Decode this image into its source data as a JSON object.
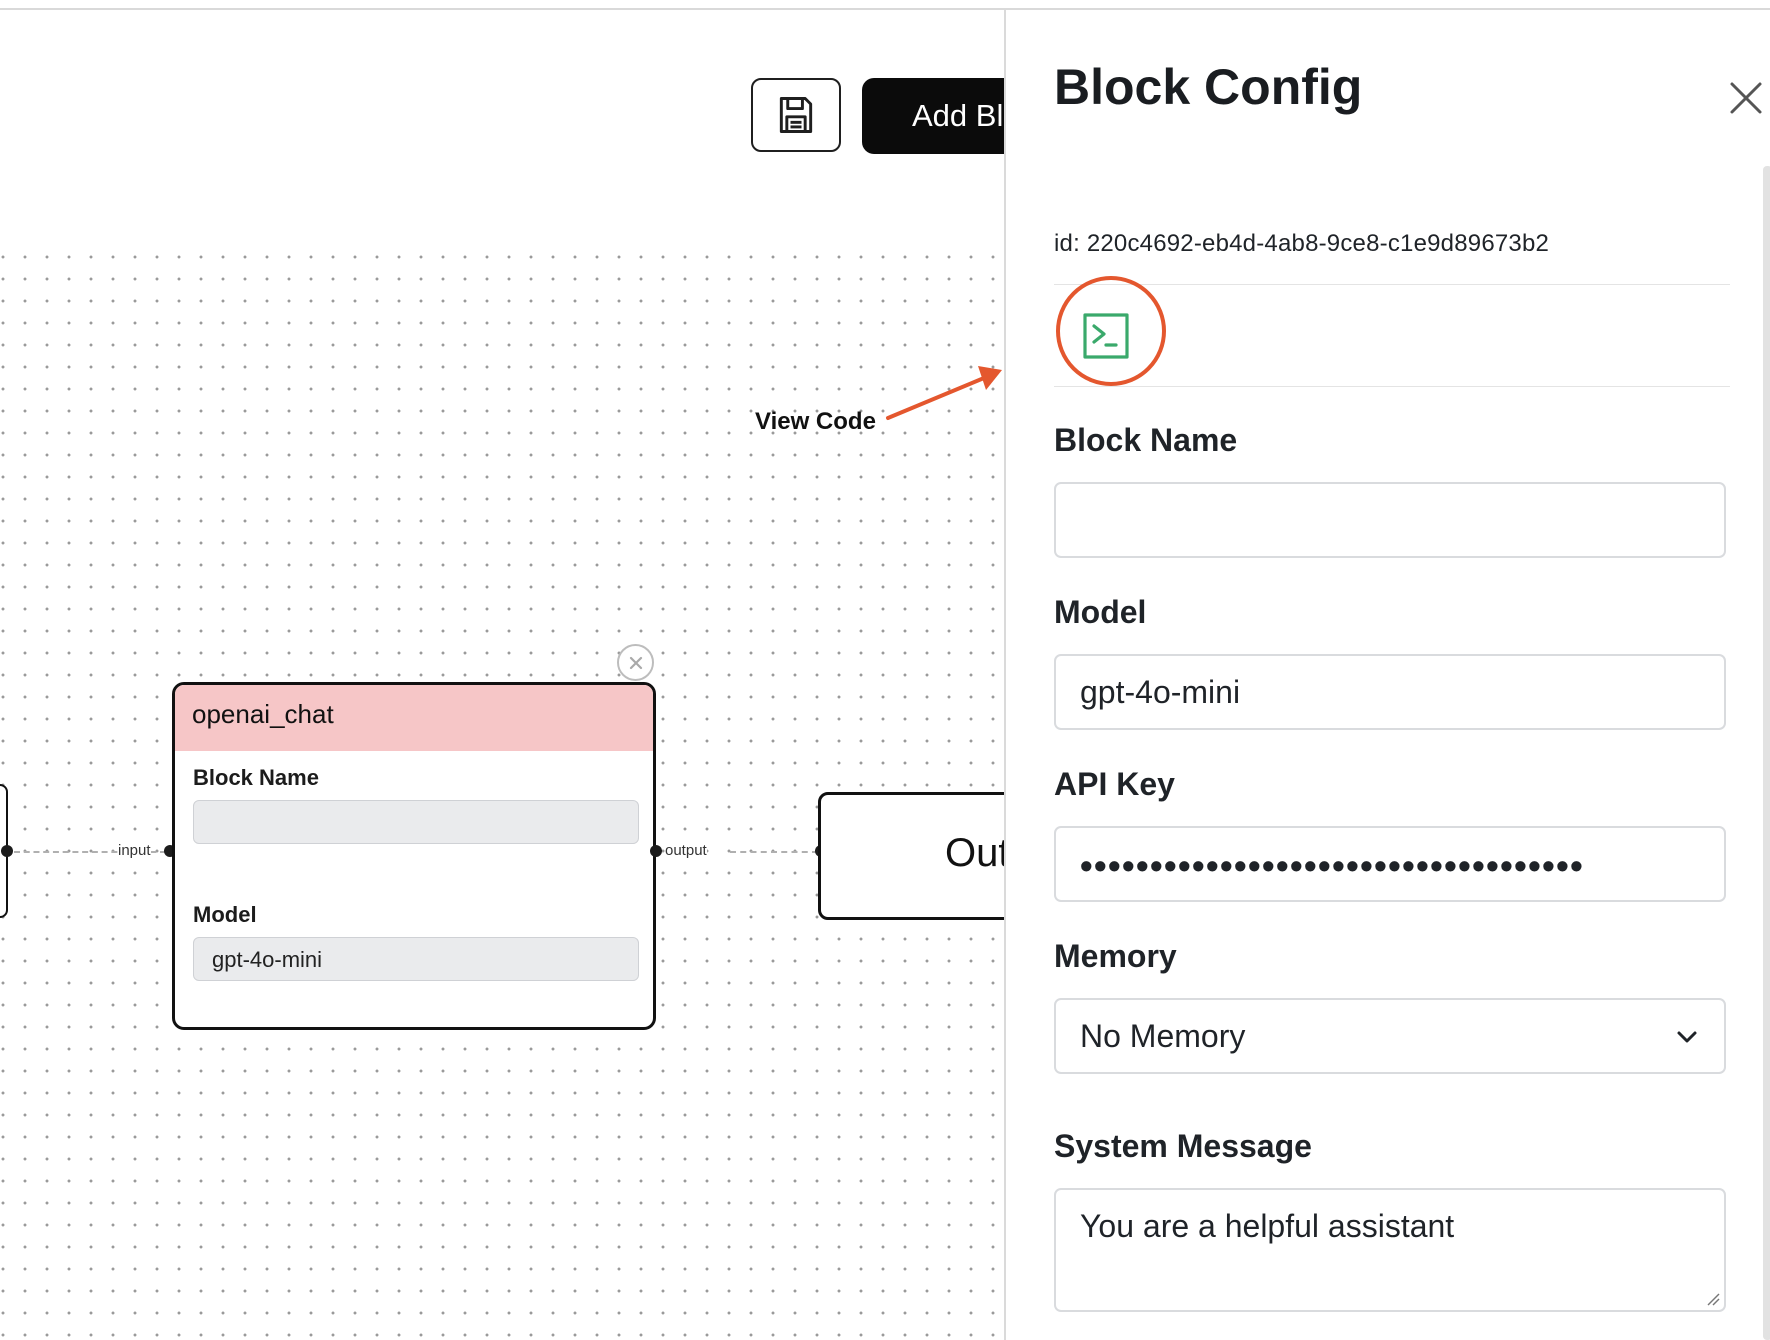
{
  "toolbar": {
    "save_icon": "floppy-disk-icon",
    "add_block_label": "Add Bl"
  },
  "canvas": {
    "node": {
      "title": "openai_chat",
      "block_name_label": "Block Name",
      "block_name_value": "",
      "model_label": "Model",
      "model_value": "gpt-4o-mini",
      "input_port_label": "input",
      "output_port_label": "output"
    },
    "output_node_label": "Out"
  },
  "annotation": {
    "label": "View Code",
    "color": "#e4572e"
  },
  "panel": {
    "title": "Block Config",
    "id_text": "id: 220c4692-eb4d-4ab8-9ce8-c1e9d89673b2",
    "view_code_icon": "terminal-icon",
    "fields": {
      "block_name_label": "Block Name",
      "block_name_value": "",
      "model_label": "Model",
      "model_value": "gpt-4o-mini",
      "api_key_label": "API Key",
      "api_key_masked": "••••••••••••••••••••••••••••••••••••",
      "memory_label": "Memory",
      "memory_value": "No Memory",
      "system_message_label": "System Message",
      "system_message_value": "You are a helpful assistant"
    }
  },
  "colors": {
    "node_header": "#f6c6c7",
    "terminal_icon": "#3aa96b",
    "add_button_bg": "#0b0b0b"
  }
}
